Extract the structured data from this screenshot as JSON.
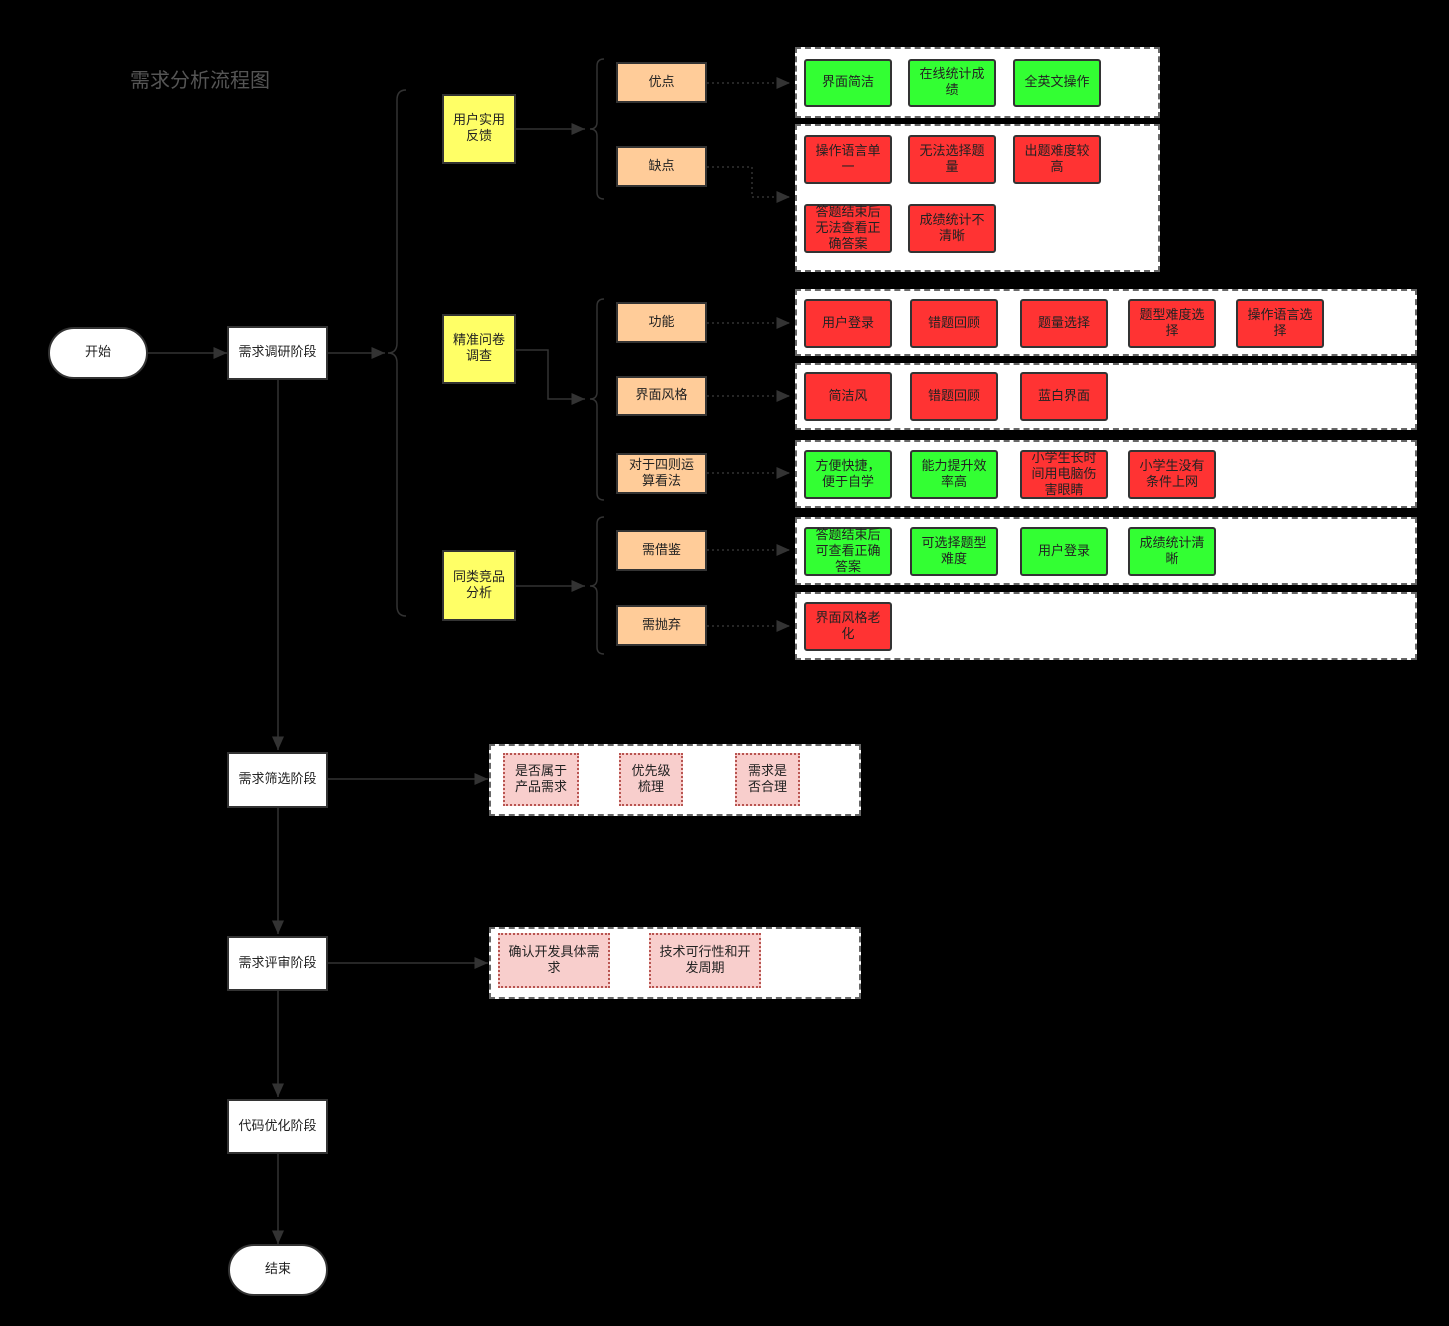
{
  "title": "需求分析流程图",
  "flow": {
    "start": "开始",
    "research": "需求调研阶段",
    "screening": "需求筛选阶段",
    "review": "需求评审阶段",
    "optimize": "代码优化阶段",
    "end": "结束"
  },
  "categories": {
    "feedback": "用户实用反馈",
    "survey": "精准问卷调查",
    "competitor": "同类竞品分析"
  },
  "aspects": {
    "pros": "优点",
    "cons": "缺点",
    "function": "功能",
    "ui_style": "界面风格",
    "arithmetic": "对于四则运算看法",
    "borrow": "需借鉴",
    "abandon": "需抛弃"
  },
  "items": {
    "pros": [
      "界面简洁",
      "在线统计成绩",
      "全英文操作"
    ],
    "cons": [
      "操作语言单一",
      "无法选择题量",
      "出题难度较高",
      "答题结束后无法查看正确答案",
      "成绩统计不清晰"
    ],
    "function": [
      "用户登录",
      "错题回顾",
      "题量选择",
      "题型难度选择",
      "操作语言选择"
    ],
    "ui_style": [
      "简洁风",
      "错题回顾",
      "蓝白界面"
    ],
    "arithmetic": [
      "方便快捷，便于自学",
      "能力提升效率高",
      "小学生长时间用电脑伤害眼睛",
      "小学生没有条件上网"
    ],
    "borrow": [
      "答题结束后可查看正确答案",
      "可选择题型难度",
      "用户登录",
      "成绩统计清晰"
    ],
    "abandon": [
      "界面风格老化"
    ],
    "screening": [
      "是否属于产品需求",
      "优先级梳理",
      "需求是否合理"
    ],
    "review": [
      "确认开发具体需求",
      "技术可行性和开发周期"
    ]
  },
  "colors": {
    "green": "#33ff33",
    "red": "#ff3333",
    "yellow": "#ffff66",
    "orange": "#ffcc99",
    "pink": "#f8cecc"
  }
}
